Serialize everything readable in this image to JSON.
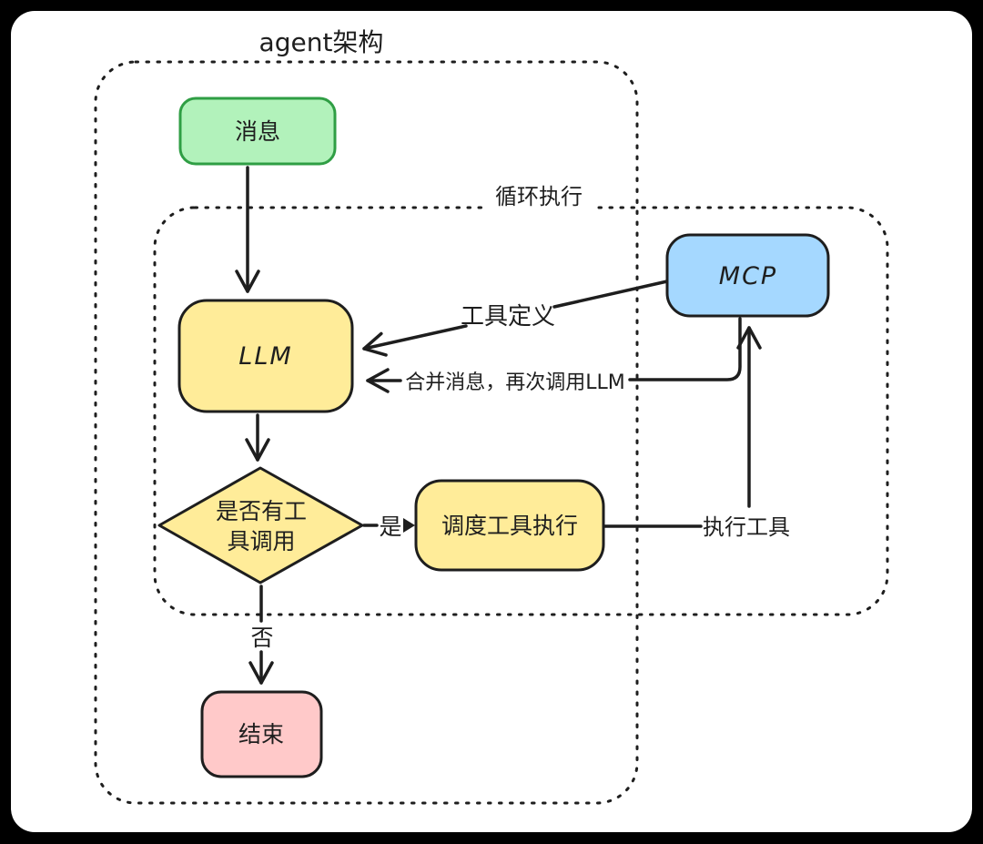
{
  "colors": {
    "ink": "#1e1e1e",
    "frame_background": "#000000",
    "surface": "#ffffff"
  },
  "containers": {
    "agent": {
      "label": "agent架构"
    },
    "loop": {
      "label": "循环执行"
    }
  },
  "nodes": {
    "message": {
      "label": "消息",
      "fill": "#b2f2bb",
      "stroke": "#2f9e44",
      "text_color": "#2f9e44"
    },
    "llm": {
      "label": "LLM",
      "fill": "#ffec99",
      "stroke": "#1e1e1e"
    },
    "mcp": {
      "label": "MCP",
      "fill": "#a5d8ff",
      "stroke": "#1e1e1e"
    },
    "decision": {
      "label": "是否有工具调用",
      "lines": [
        "是否有工",
        "具调用"
      ],
      "fill": "#ffec99",
      "stroke": "#1e1e1e"
    },
    "dispatch": {
      "label": "调度工具执行",
      "fill": "#ffec99",
      "stroke": "#1e1e1e"
    },
    "end": {
      "label": "结束",
      "fill": "#ffc9c9",
      "stroke": "#1e1e1e"
    }
  },
  "edges": {
    "tool_definition": {
      "label": "工具定义"
    },
    "merge_messages": {
      "label": "合并消息，再次调用LLM"
    },
    "execute_tool": {
      "label": "执行工具"
    },
    "yes": {
      "label": "是"
    },
    "no": {
      "label": "否"
    }
  }
}
